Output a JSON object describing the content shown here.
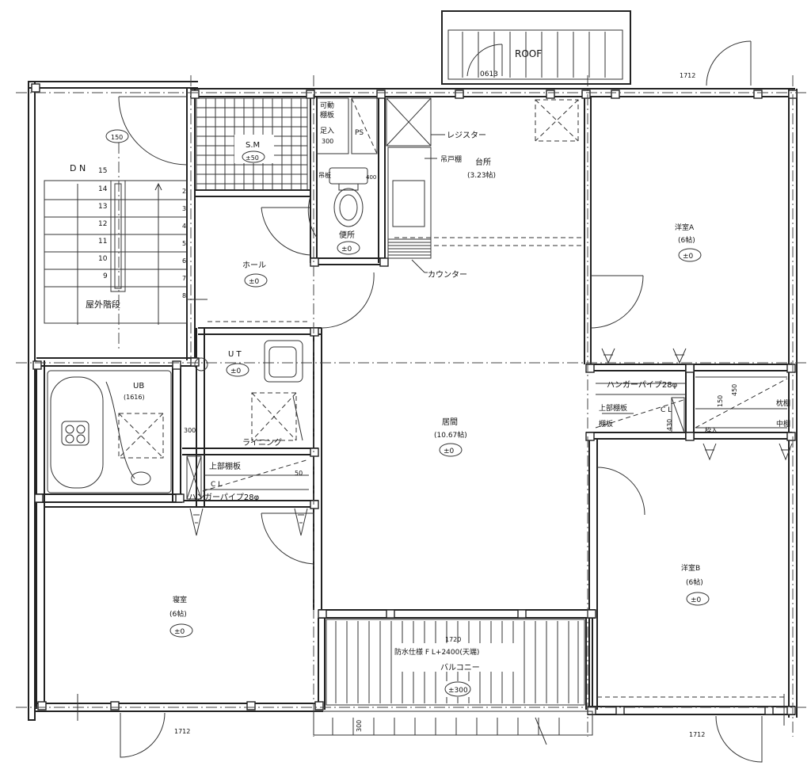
{
  "plan": {
    "roof": "ROOF",
    "roof_dim": "0613",
    "dim_top_right": "1712",
    "dim_bottom_left": "1712",
    "dim_bottom_right": "1712",
    "stair": {
      "dn": "D N",
      "steps": [
        "15",
        "14",
        "13",
        "12",
        "11",
        "10",
        "9"
      ],
      "right_steps": [
        "2",
        "3",
        "4",
        "5",
        "6",
        "7",
        "8"
      ],
      "label": "屋外階段",
      "door_code": "150"
    },
    "sm": {
      "name": "S.M",
      "code": "±50"
    },
    "shelf": {
      "line1": "可動",
      "line2": "棚板",
      "line3": "足入",
      "dim": "300",
      "ps": "PS"
    },
    "toilet": {
      "name": "便所",
      "level": "±0",
      "shelf": "吊板",
      "dim": "400"
    },
    "kitchen": {
      "name": "台所",
      "size": "(3.23帖)",
      "register": "レジスター",
      "cabinet": "吊戸棚",
      "counter": "カウンター"
    },
    "hall": {
      "name": "ホール",
      "level": "±0"
    },
    "ut": {
      "name": "U T",
      "level": "±0"
    },
    "ub": {
      "name": "UB",
      "size": "(1616)",
      "dim": "300"
    },
    "living": {
      "name": "居間",
      "size": "(10.67帖)",
      "level": "±0",
      "lighting": "ライニング"
    },
    "western_a": {
      "name": "洋室A",
      "size": "(6帖)",
      "level": "±0"
    },
    "western_b": {
      "name": "洋室B",
      "size": "(6帖)",
      "level": "±0"
    },
    "bedroom": {
      "name": "寝室",
      "size": "(6帖)",
      "level": "±0"
    },
    "storage_upper": "上部棚板",
    "storage_shelf": "棚板",
    "hanger_pipe_left": "ハンガーパイプ28φ",
    "hanger_pipe_right": "ハンガーパイプ28φ",
    "cl_left": "C L",
    "cl_right": "C L",
    "closet": {
      "pillow": "枕棚",
      "middle": "中棚",
      "dims": [
        "450",
        "150",
        "430"
      ],
      "stage": "枠入"
    },
    "dim_50": "50",
    "balcony": {
      "dim": "1720",
      "note": "防水仕様 F L+2400(天端)",
      "name": "バルコニー",
      "level": "±300",
      "bottom_dim": "300"
    }
  }
}
